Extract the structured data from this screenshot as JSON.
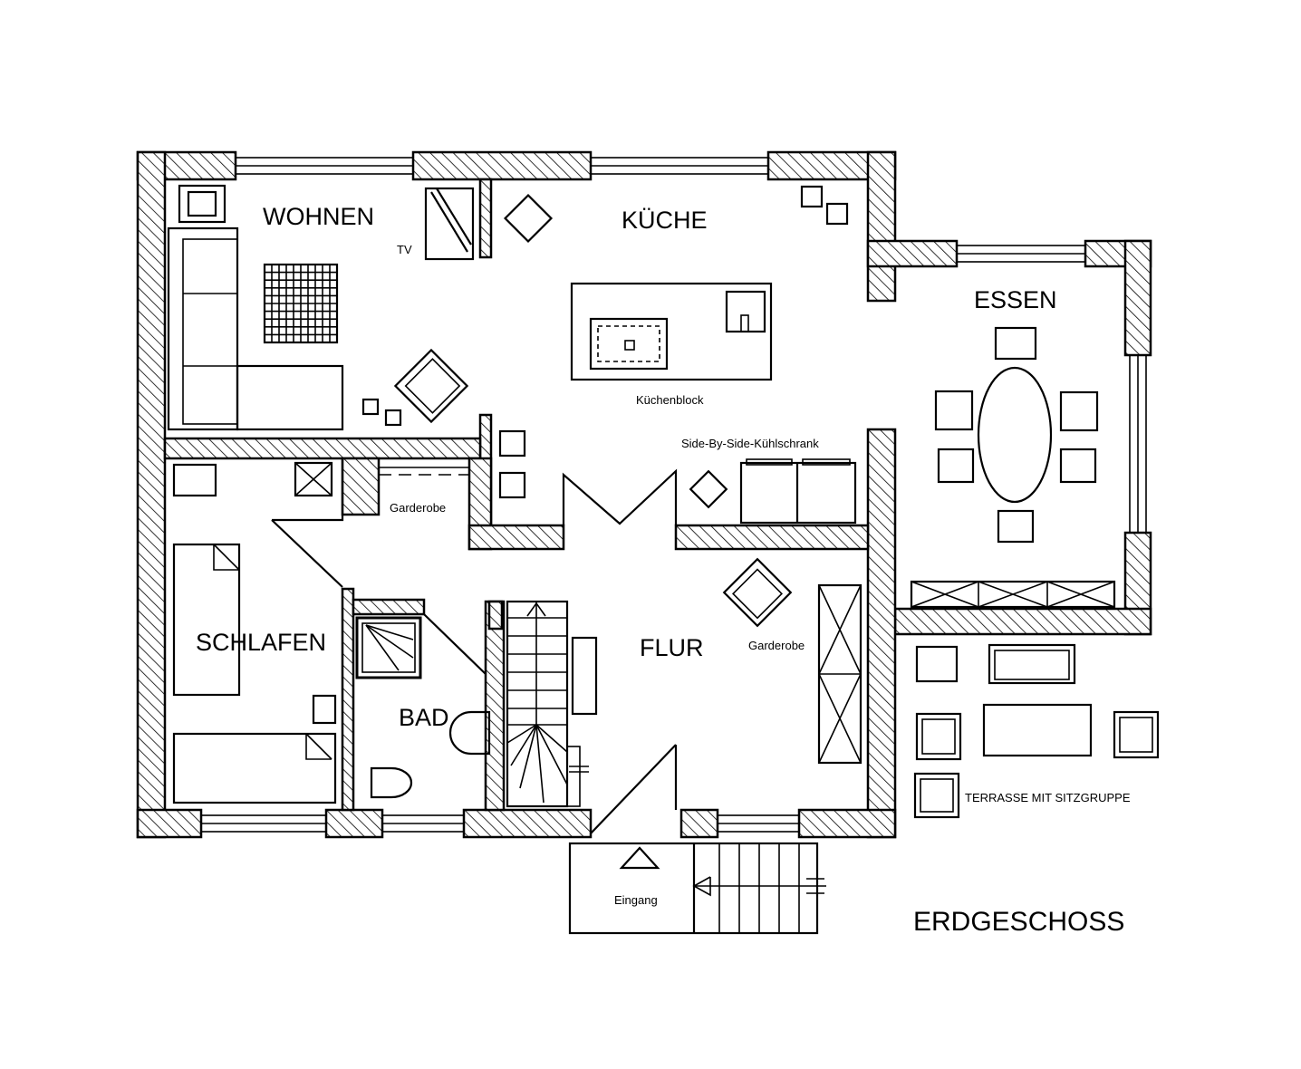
{
  "plan": {
    "title": "ERDGESCHOSS",
    "rooms": {
      "wohnen": "WOHNEN",
      "kueche": "KÜCHE",
      "essen": "ESSEN",
      "schlafen": "SCHLAFEN",
      "bad": "BAD",
      "flur": "FLUR"
    },
    "labels": {
      "tv": "TV",
      "kuechenblock": "Küchenblock",
      "kuehlschrank": "Side-By-Side-Kühlschrank",
      "garderobe_left": "Garderobe",
      "garderobe_right": "Garderobe",
      "terrasse": "TERRASSE MIT SITZGRUPPE",
      "eingang": "Eingang"
    }
  }
}
